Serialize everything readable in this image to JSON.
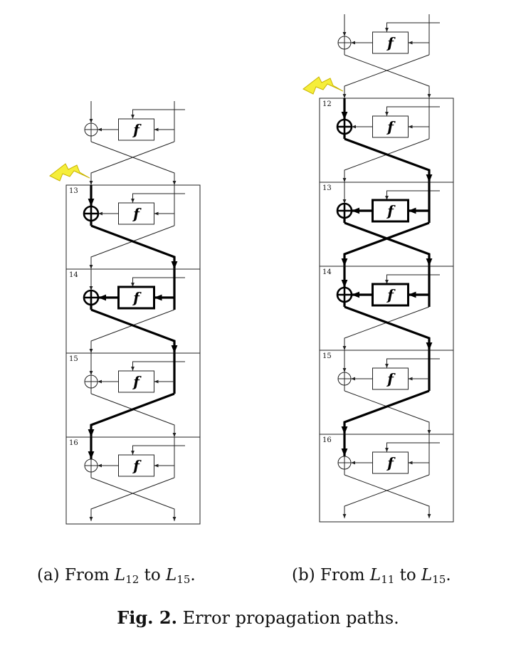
{
  "f_label": "f",
  "panel_a": {
    "rounds": [
      "13",
      "14",
      "15",
      "16"
    ],
    "caption": {
      "prefix": "(a) From",
      "from_var": "L",
      "from_sub": "12",
      "mid": "to",
      "to_var": "L",
      "to_sub": "15",
      "suffix": "."
    }
  },
  "panel_b": {
    "rounds": [
      "12",
      "13",
      "14",
      "15",
      "16"
    ],
    "caption": {
      "prefix": "(b) From",
      "from_var": "L",
      "from_sub": "11",
      "mid": "to",
      "to_var": "L",
      "to_sub": "15",
      "suffix": "."
    }
  },
  "figure_caption": {
    "label": "Fig. 2.",
    "text": "Error propagation paths."
  },
  "colors": {
    "line": "#222222",
    "fault_fill": "#f5ee3a",
    "fault_stroke": "#c9b400"
  },
  "icons": [
    "fault-injection-lightning-icon",
    "xor-icon",
    "arrow-icon"
  ]
}
